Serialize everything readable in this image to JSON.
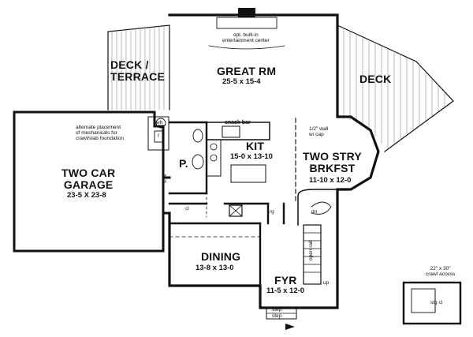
{
  "rooms": {
    "deck_terrace": {
      "line1": "DECK /",
      "line2": "TERRACE"
    },
    "great_rm": {
      "name": "GREAT RM",
      "dims": "25-5 x 15-4"
    },
    "deck": {
      "name": "DECK"
    },
    "kit": {
      "name": "KIT",
      "dims": "15-0 x 13-10"
    },
    "brkfst": {
      "line1": "TWO STRY",
      "line2": "BRKFST",
      "dims": "11-10 x 12-0"
    },
    "garage": {
      "line1": "TWO CAR",
      "line2": "GARAGE",
      "dims": "23-5 X 23-8"
    },
    "powder": {
      "name": "P."
    },
    "dining": {
      "name": "DINING",
      "dims": "13-8 x 13-0"
    },
    "foyer": {
      "name": "FYR",
      "dims": "11-5 x 12-0"
    }
  },
  "notes": {
    "entertainment": {
      "line1": "opt. built-in",
      "line2": "entertainment center"
    },
    "snack_bar": "snack bar",
    "half_wall": {
      "line1": "1/2\" wall",
      "line2": "w/ cap"
    },
    "mechanicals": {
      "line1": "alternate placement",
      "line2": "of mechanicals for",
      "line3": "crawl/slab foundation"
    },
    "wh": "wh",
    "f": "f",
    "shlv": "shlv",
    "cl": "cl",
    "rg": "rg",
    "dn": "dn",
    "open_rail": "open rail",
    "up": "up",
    "step1": "step",
    "step2": "step",
    "crawl": {
      "line1": "22\" x 30\"",
      "line2": "crawl access"
    },
    "stg_cl": "stg cl"
  }
}
